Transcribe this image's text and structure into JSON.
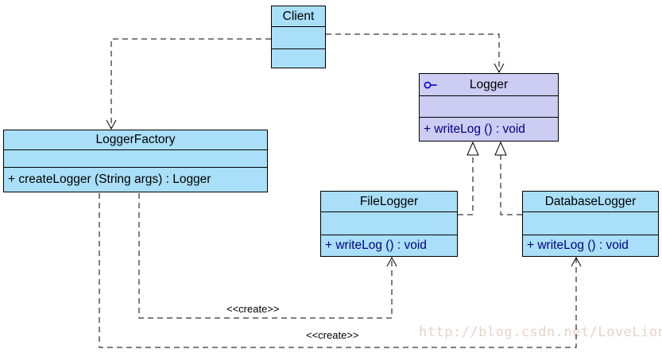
{
  "diagram_type": "uml-class-diagram",
  "pattern": "Factory Method (Logger)",
  "colors": {
    "class_fill": "#a9dff8",
    "interface_fill": "#cdccf3",
    "border": "#000000",
    "method_navy": "#000080",
    "icon_blue": "#0000c8",
    "watermark": "#e9d2c9"
  },
  "classes": {
    "client": {
      "name": "Client",
      "attributes": "",
      "method": ""
    },
    "logger": {
      "name": "Logger",
      "stereotype_icon": "interface-lollipop-icon",
      "attributes": "",
      "method": "+ writeLog () : void"
    },
    "loggerFactory": {
      "name": "LoggerFactory",
      "attributes": "",
      "method": "+ createLogger (String args) : Logger"
    },
    "fileLogger": {
      "name": "FileLogger",
      "attributes": "",
      "method": "+ writeLog () : void"
    },
    "databaseLogger": {
      "name": "DatabaseLogger",
      "attributes": "",
      "method": "+ writeLog () : void"
    }
  },
  "relationships": [
    {
      "from": "Client",
      "to": "LoggerFactory",
      "type": "dependency-dashed-open-arrow",
      "label": ""
    },
    {
      "from": "Client",
      "to": "Logger",
      "type": "dependency-dashed-open-arrow",
      "label": ""
    },
    {
      "from": "FileLogger",
      "to": "Logger",
      "type": "realization-dashed-hollow-triangle",
      "label": ""
    },
    {
      "from": "DatabaseLogger",
      "to": "Logger",
      "type": "realization-dashed-hollow-triangle",
      "label": ""
    },
    {
      "from": "LoggerFactory",
      "to": "FileLogger",
      "type": "dependency-dashed-open-arrow",
      "label": "<<create>>"
    },
    {
      "from": "LoggerFactory",
      "to": "DatabaseLogger",
      "type": "dependency-dashed-open-arrow",
      "label": "<<create>>"
    }
  ],
  "labels": {
    "create1": "<<create>>",
    "create2": "<<create>>"
  },
  "watermark": "http://blog.csdn.net/LoveLion"
}
